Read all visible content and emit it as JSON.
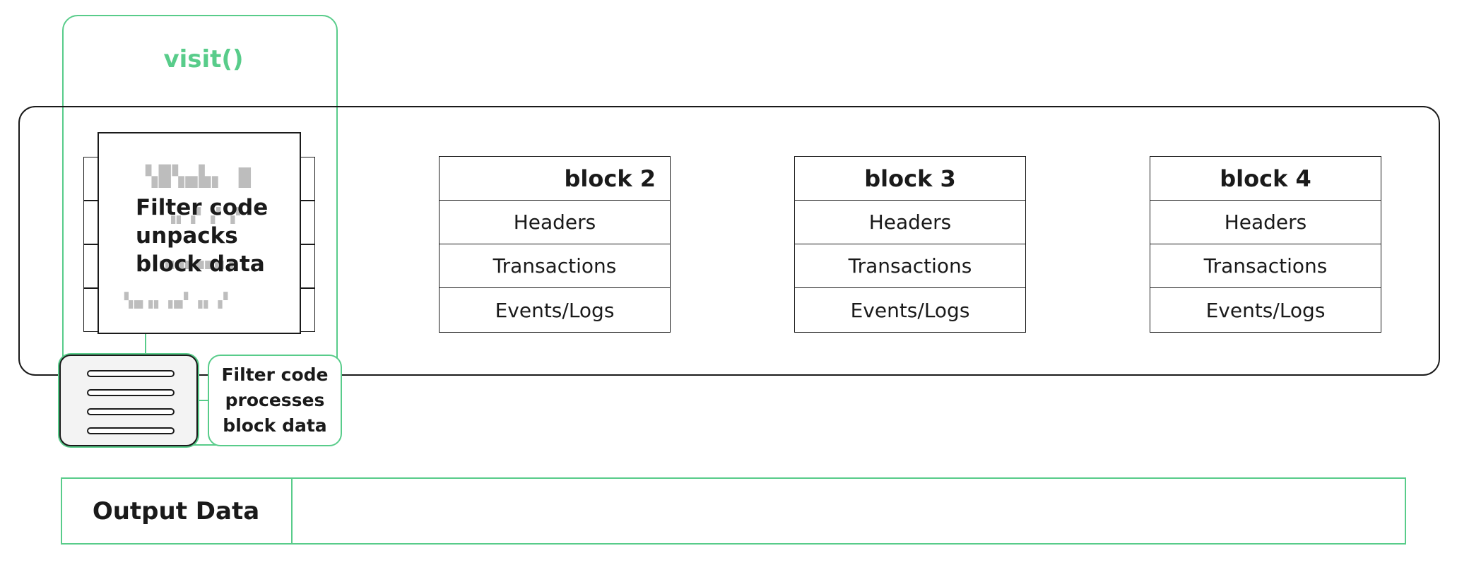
{
  "visit": {
    "label": "visit()"
  },
  "block1": {
    "masked_lines": [
      "▚█▚▄▙▖ ▇",
      "▗▖▗▘▗▘▗▘",
      "▖▗▄▗▖▄▄▄▗",
      "▚▄▗▖▗▄▘▗▖▗▘"
    ],
    "caption": "Filter code unpacks block data"
  },
  "blocks": [
    {
      "title": "block 2",
      "rows": [
        "Headers",
        "Transactions",
        "Events/Logs"
      ]
    },
    {
      "title": "block 3",
      "rows": [
        "Headers",
        "Transactions",
        "Events/Logs"
      ]
    },
    {
      "title": "block 4",
      "rows": [
        "Headers",
        "Transactions",
        "Events/Logs"
      ]
    }
  ],
  "filter_processes": {
    "label": "Filter code processes block data"
  },
  "output": {
    "label": "Output Data"
  },
  "colors": {
    "accent": "#58cc8a",
    "stroke": "#1a1a1a",
    "icon_bg": "#f3f3f3"
  }
}
